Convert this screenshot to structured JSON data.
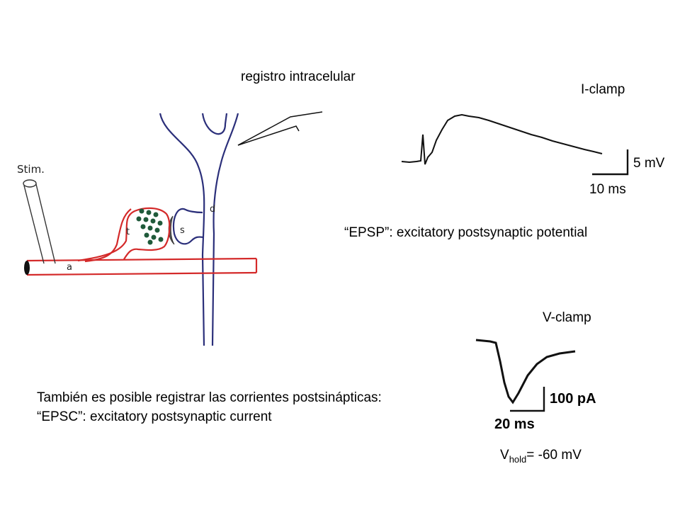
{
  "labels": {
    "registro": "registro intracelular",
    "iclamp": "I-clamp",
    "scale_mv": "5 mV",
    "scale_ms": "10 ms",
    "epsp": "“EPSP”: excitatory postsynaptic potential",
    "vclamp": "V-clamp",
    "tambien_line1": "También es posible registrar las corrientes postsinápticas:",
    "tambien_line2": "“EPSC”: excitatory postsynaptic current",
    "vhold_prefix": "V",
    "vhold_sub": "hold",
    "vhold_suffix": "= -60 mV",
    "scale_pa": "100 pA",
    "scale_ms2": "20 ms"
  },
  "diagram": {
    "stim_label": "Stim.",
    "axon_label": "a",
    "terminal_label": "t",
    "spine_label": "s",
    "dendrite_label": "d",
    "axon_color": "#d42a2a",
    "dendrite_color": "#2b2f7a",
    "vesicle_color": "#1f5a3a"
  }
}
